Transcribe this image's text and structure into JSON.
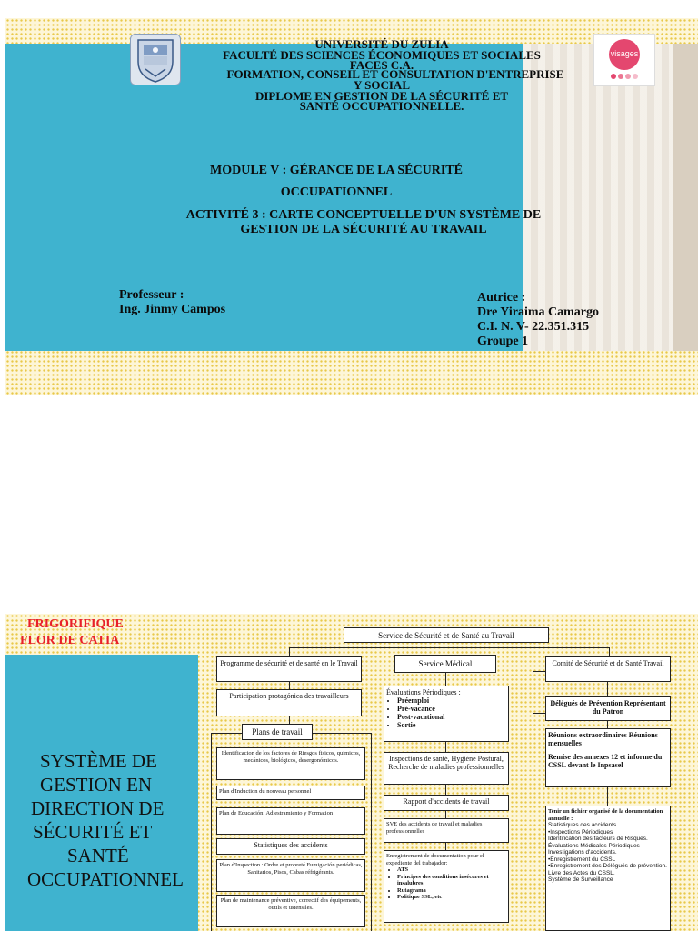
{
  "slide1": {
    "header_lines": [
      "UNIVERSITÉ DU ZULIA",
      "FACULTÉ DES SCIENCES ÉCONOMIQUES ET SOCIALES",
      "FACES C.A.",
      "FORMATION, CONSEIL ET CONSULTATION D'ENTREPRISE",
      "Y SOCIAL",
      "DIPLOME EN GESTION DE LA SÉCURITÉ ET",
      "SANTÉ OCCUPATIONNELLE."
    ],
    "module_line1": "MODULE V : GÉRANCE DE LA SÉCURITÉ",
    "module_line2": "OCCUPATIONNEL",
    "activity_line1": "ACTIVITÉ 3 : CARTE CONCEPTUELLE D'UN SYSTÈME DE",
    "activity_line2": "GESTION DE LA SÉCURITÉ AU TRAVAIL",
    "professor_label": "Professeur :",
    "professor_name": "Ing. Jinmy Campos",
    "author_label": "Autrice :",
    "author_name": "Dre Yiraima Camargo",
    "author_ci": "C.I. N. V- 22.351.315",
    "author_group": "Groupe 1",
    "logo_text": "visages"
  },
  "slide2": {
    "company_line1": "FRIGORIFIQUE",
    "company_line2": "FLOR DE CATIA",
    "left_title": [
      "SYSTÈME DE",
      "GESTION EN",
      "DIRECTION DE",
      "SÉCURITÉ ET",
      "SANTÉ",
      "OCCUPATIONNEL"
    ],
    "root": "Service de Sécurité et de Santé au Travail",
    "programme": "Programme de sécurité et de santé en le Travail",
    "participation": "Participation protagónica des travailleurs",
    "plans": "Plans de travail",
    "plan_ident": "Identificacion de los factores de Riesgos fisicos, quimicos, mecánicos, biológicos, desergonómicos.",
    "plan_induction": "Plan d'Induction du nouveau personnel",
    "plan_education": "Plan de Educación: Adiestramiento y Formation",
    "statistiques": "Statistiques des accidents",
    "plan_inspection": "Plan d'Inspection : Ordre et propreté Fumigación periódicas, Sanitarios, Pisos, Cabas réfrigérants.",
    "plan_maintenance": "Plan de maintenance préventive, correctif des équipements, outils et ustensiles.",
    "service_medical": "Service Médical",
    "evaluations_title": "Évaluations Périodiques :",
    "evaluations_items": [
      "Préemploi",
      "Pré-vacance",
      "Post-vacational",
      "Sortie"
    ],
    "inspections_sante": "Inspections de santé, Hygiène Postural, Recherche de maladies professionnelles",
    "rapport": "Rapport d'accidents de travail",
    "sve": "SVE des accidents de travail et maladies professionnelles",
    "enregistrement_title": "Enregistrement de documentation pour el expediente del trabajador:",
    "enregistrement_items": [
      "ATS",
      "Principes des conditions insécures et insalubres",
      "Rutagrama",
      "Politique SSL, etc"
    ],
    "comite": "Comité de Sécurité et de Santé Travail",
    "delegues": "Délégués de Prévention Représentant du Patron",
    "reunions": "Réunions extraordinaires Réunions mensuelles",
    "remise": "Remise des annexes 12 et informe du CSSL devant le Inpsasel",
    "fichier_title": "Tenir un fichier organisé de la documentation annuelle :",
    "fichier_items": [
      "Statistiques des accidents",
      "•Inspections Périodiques",
      "Identification des facteurs de Risques.",
      "Évaluations Médicales Périodiques",
      "Investigations d'accidents.",
      "•Enregistrement du CSSL",
      "•Enregistrement des Délégués de prévention.",
      "Livre des Actes du CSSL.",
      "Système de Surveillance"
    ]
  }
}
